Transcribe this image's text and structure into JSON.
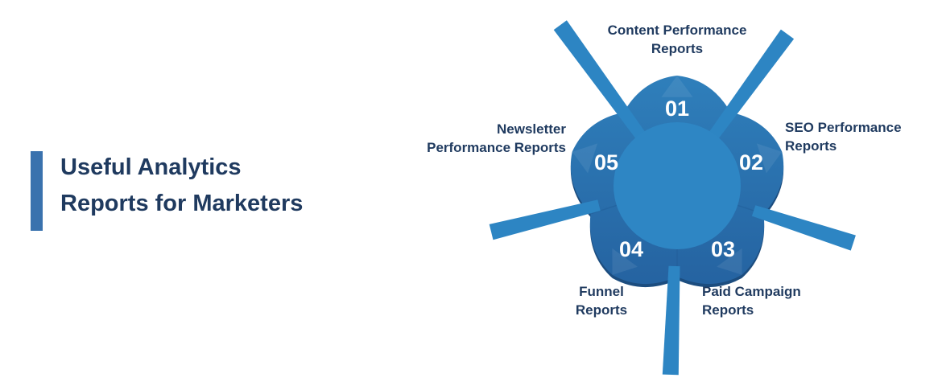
{
  "title": {
    "line1": "Useful Analytics",
    "line2": "Reports for Marketers"
  },
  "diagram": {
    "segments": [
      {
        "number": "01",
        "name": "Content Performance Reports",
        "label_lines": [
          "Content Performance",
          "Reports"
        ]
      },
      {
        "number": "02",
        "name": "SEO Performance Reports",
        "label_lines": [
          "SEO Performance",
          "Reports"
        ]
      },
      {
        "number": "03",
        "name": "Paid Campaign Reports",
        "label_lines": [
          "Paid Campaign",
          "Reports"
        ]
      },
      {
        "number": "04",
        "name": "Funnel Reports",
        "label_lines": [
          "Funnel",
          "Reports"
        ]
      },
      {
        "number": "05",
        "name": "Newsletter Performance Reports",
        "label_lines": [
          "Newsletter",
          "Performance Reports"
        ]
      }
    ],
    "colors": {
      "ring_top": "#2f7fbb",
      "ring_bottom": "#2563a1",
      "ring_rim_shadow": "#1c4d7f",
      "center_circle": "#2e86c4",
      "ray": "#2d85c3",
      "seam_line": "#1f5a94",
      "number_text": "#ffffff",
      "label_text": "#1f3a5f",
      "accent_bar": "#3a72ae"
    }
  }
}
